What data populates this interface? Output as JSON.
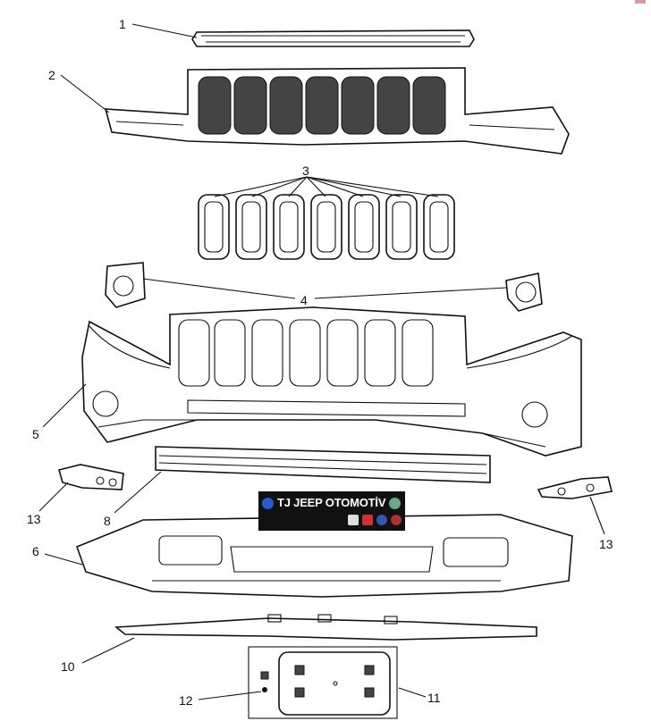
{
  "diagram": {
    "callouts": {
      "c1": "1",
      "c2": "2",
      "c3": "3",
      "c4": "4",
      "c5": "5",
      "c6": "6",
      "c8": "8",
      "c10": "10",
      "c11": "11",
      "c12": "12",
      "c13a": "13",
      "c13b": "13"
    }
  },
  "watermark": {
    "title": "TJ JEEP OTOMOTİV",
    "colors": {
      "background": "#111111",
      "text": "#ffffff"
    }
  }
}
